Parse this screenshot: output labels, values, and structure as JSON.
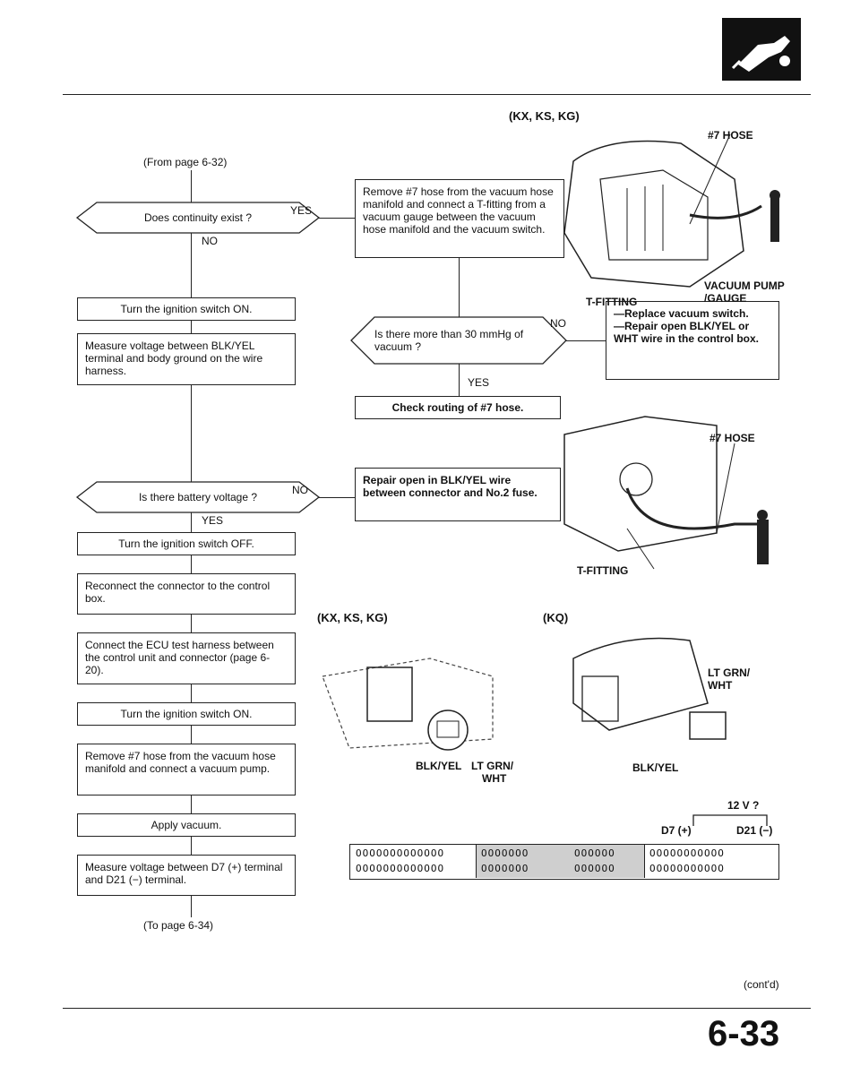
{
  "header": {
    "logo_icon": "fuel-nozzle-icon"
  },
  "flow": {
    "from_page": "(From page 6-32)",
    "to_page": "(To page 6-34)",
    "q_continuity": "Does continuity exist ?",
    "yes1": "YES",
    "no1": "NO",
    "remove_hose_gauge": "Remove #7 hose from the vacuum hose manifold and connect a T-fitting from a vacuum gauge between the vacuum hose manifold and the vacuum switch.",
    "ign_on_1": "Turn the ignition switch ON.",
    "measure_blk": "Measure voltage between BLK/YEL terminal and body ground on the wire harness.",
    "q_vacuum": "Is there more than 30 mmHg of vacuum ?",
    "no_vac": "NO",
    "yes_vac": "YES",
    "replace_line1": "—Replace vacuum switch.",
    "replace_line2": "—Repair open BLK/YEL or WHT wire in the control box.",
    "check_routing": "Check routing of #7 hose.",
    "q_battery": "Is there battery voltage ?",
    "no_batt": "NO",
    "yes_batt": "YES",
    "repair_open": "Repair open in BLK/YEL wire between connector and No.2 fuse.",
    "ign_off": "Turn the ignition switch OFF.",
    "reconnect": "Reconnect the connector to the control box.",
    "connect_ecu": "Connect the ECU test harness between the control unit and connector (page 6-20).",
    "ign_on_2": "Turn the ignition switch ON.",
    "remove_hose_pump": "Remove #7 hose from the vacuum hose manifold and connect a vacuum pump.",
    "apply_vacuum": "Apply vacuum.",
    "measure_d7": "Measure voltage between D7 (+) terminal and D21 (−) terminal."
  },
  "diagram": {
    "title_top": "(KX, KS, KG)",
    "hose7_a": "#7 HOSE",
    "vacuum_pump": "VACUUM PUMP",
    "gauge": "/GAUGE",
    "tfitting_a": "T-FITTING",
    "hose7_b": "#7 HOSE",
    "tfitting_b": "T-FITTING",
    "kx_label": "(KX, KS, KG)",
    "kq_label": "(KQ)",
    "blk_yel_a": "BLK/YEL",
    "lt_grn_a": "LT GRN/",
    "wht_a": "WHT",
    "lt_grn_b": "LT GRN/",
    "wht_b": "WHT",
    "blk_yel_b": "BLK/YEL",
    "volts": "12 V ?",
    "d7": "D7 (+)",
    "d21": "D21 (−)"
  },
  "connector": {
    "row_a1": "OOOOOOOOOOOOO",
    "row_a2": "OOOOOOO",
    "row_a3": "OOOOOO",
    "row_a4": "OOOOOOOOOOO",
    "row_b1": "OOOOOOOOOOOOO",
    "row_b2": "OOOOOOO",
    "row_b3": "OOOOOO",
    "row_b4": "OOOOOOOOOOO"
  },
  "footer": {
    "contd": "(cont'd)",
    "page_number": "6-33"
  }
}
